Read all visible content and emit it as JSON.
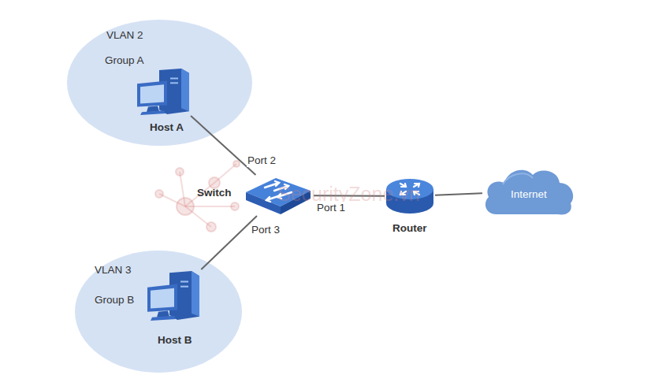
{
  "diagram": {
    "nodes": [
      {
        "text": [
          "VLAN 2",
          "Group A"
        ]
      },
      {
        "text": [
          "Host A"
        ],
        "in": 0
      },
      {
        "text": [
          "Switch"
        ]
      },
      {
        "text": [
          "Router"
        ]
      },
      {
        "text": [
          "Internet"
        ]
      },
      {
        "text": [
          "VLAN 3",
          "Group B"
        ]
      },
      {
        "text": [
          "Host B"
        ],
        "in": 5
      }
    ],
    "edges": [
      {
        "from": 1,
        "to": 2,
        "label": "Port 2",
        "arrow": "none"
      },
      {
        "from": 6,
        "to": 2,
        "label": "Port 3",
        "arrow": "none"
      },
      {
        "from": 2,
        "to": 3,
        "label": "Port 1",
        "arrow": "none"
      },
      {
        "from": 3,
        "to": 4,
        "arrow": "none"
      }
    ],
    "labels": [
      "SecurityZone.vn"
    ]
  }
}
